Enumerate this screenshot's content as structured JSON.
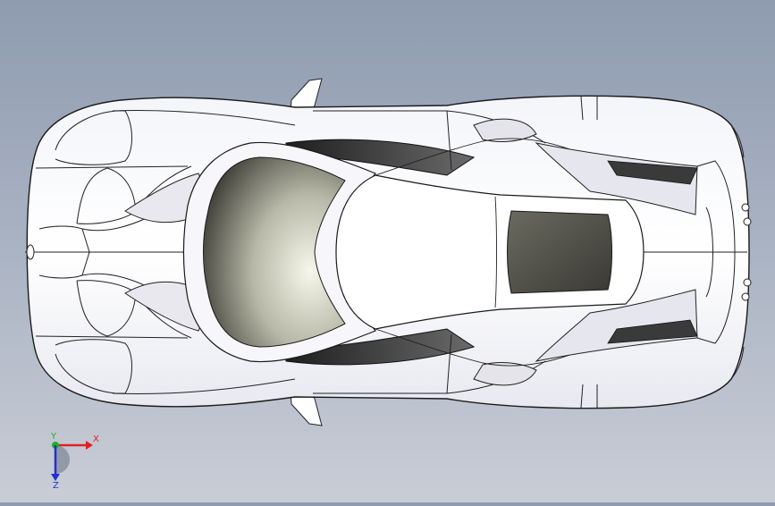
{
  "viewport": {
    "background_top": "#8f9bb0",
    "background_bottom": "#c9cdd6",
    "model": {
      "icon": "car-top-view-model",
      "body_color": "#ffffff",
      "line_color": "#1a1a1a",
      "glass_color": "#4a4a44"
    }
  },
  "triad": {
    "x_label": "X",
    "y_label": "Y",
    "z_label": "Z",
    "x_color": "#e02020",
    "y_color": "#20b020",
    "z_color": "#2030d0"
  }
}
